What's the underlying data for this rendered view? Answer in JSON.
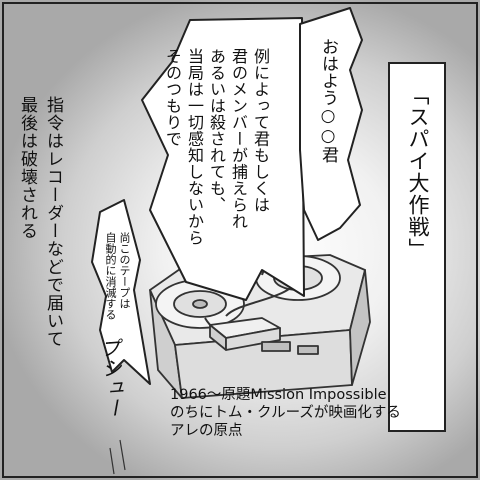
{
  "title_box": {
    "text": "「スパイ大作戦」"
  },
  "greeting_bubble": {
    "text": "おはよう○○君"
  },
  "speech_bubble": {
    "lines": [
      "例によって君もしくは",
      "君のメンバーが捕えられ",
      "あるいは殺されても、",
      "当局は一切感知しないから",
      "そのつもりで"
    ]
  },
  "small_bubble": {
    "lines": [
      "尚このテープは",
      "自動的に消滅する"
    ]
  },
  "narration": {
    "lines": [
      "指令はレコーダーなどで届いて",
      "最後は破壊される"
    ]
  },
  "sound_effect": {
    "text": "プシュー"
  },
  "caption": {
    "lines": [
      "1966～原題Mission Impossible",
      "のちにトム・クルーズが映画化する",
      "アレの原点"
    ]
  },
  "colors": {
    "line": "#222222",
    "machine": "#e6e6e6",
    "shade": "#a9a9a9"
  }
}
